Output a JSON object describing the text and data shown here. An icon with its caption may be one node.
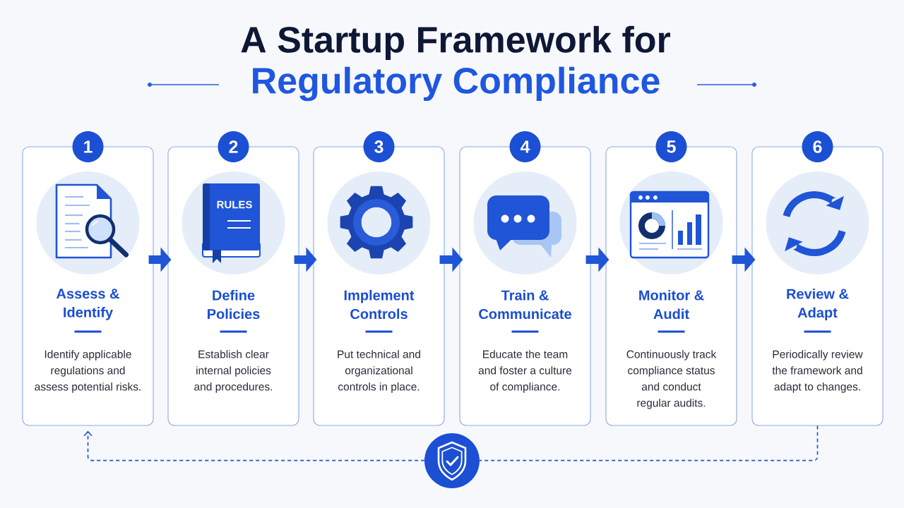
{
  "diagram": {
    "title": "A Startup Framework for Regulatory Compliance",
    "nodes": [
      {
        "text": [
          "1"
        ]
      },
      {
        "text": [
          "Assess & Identify",
          "Identify applicable regulations and assess potential risks."
        ]
      },
      {
        "text": [
          "2"
        ]
      },
      {
        "text": [
          "Define Policies",
          "Establish clear internal policies and procedures."
        ]
      },
      {
        "text": [
          "3"
        ]
      },
      {
        "text": [
          "Implement Controls",
          "Put technical and organizational controls in place."
        ]
      },
      {
        "text": [
          "4"
        ]
      },
      {
        "text": [
          "Train & Communicate",
          "Educate the team and foster a culture of compliance."
        ]
      },
      {
        "text": [
          "5"
        ]
      },
      {
        "text": [
          "Monitor & Audit",
          "Continuously track compliance status and conduct regular audits."
        ]
      },
      {
        "text": [
          "6"
        ]
      },
      {
        "text": [
          "Review & Adapt",
          "Periodically review the framework and adapt to changes."
        ]
      }
    ],
    "edges": [
      {
        "from": 1,
        "to": 3,
        "arrow": "to"
      },
      {
        "from": 3,
        "to": 5,
        "arrow": "to"
      },
      {
        "from": 5,
        "to": 7,
        "arrow": "to"
      },
      {
        "from": 7,
        "to": 9,
        "arrow": "to"
      },
      {
        "from": 9,
        "to": 11,
        "arrow": "to"
      },
      {
        "from": 11,
        "to": 1,
        "arrow": "to",
        "style": "dashed"
      }
    ],
    "labels": [
      "RULES"
    ]
  }
}
